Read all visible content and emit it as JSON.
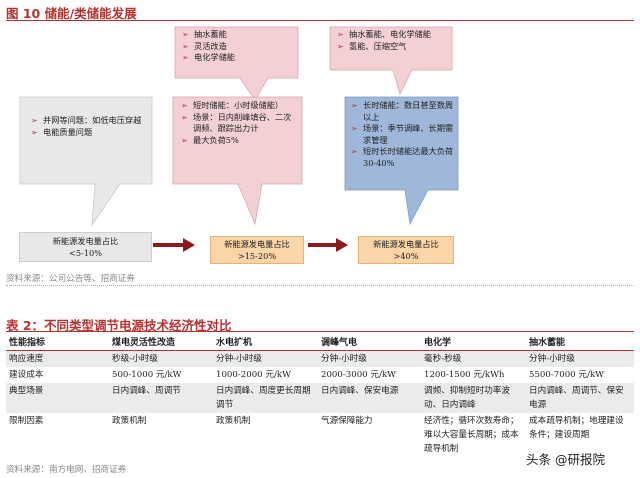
{
  "figure": {
    "caption": "图 10 储能/类储能发展",
    "stage1": {
      "callout": [
        "并网等问题：如低电压穿越",
        "电能质量问题"
      ],
      "share": "新能源发电量占比\n<5-10%"
    },
    "stage2": {
      "top_callout": [
        "抽水蓄能",
        "灵活改造",
        "电化学储能"
      ],
      "mid_callout": [
        "短时储能：小时级储能）",
        "场景：日内削峰填谷、二次调频、跟踪出力计",
        "最大负荷5%"
      ],
      "share": "新能源发电量占比\n>15-20%"
    },
    "stage3": {
      "top_callout": [
        "抽水蓄能、电化学储能",
        "氢能、压缩空气"
      ],
      "mid_callout": [
        "长时储能：数日甚至数周以上",
        "场景：季节调峰、长期需求管理",
        "短时长时储能达最大负荷30-40%"
      ],
      "share": "新能源发电量占比\n>40%"
    },
    "source": "资料来源：公司公告等、招商证券",
    "colors": {
      "accent": "#b5322e",
      "pink": "#f2d0d3",
      "blue": "#9fb7d8",
      "gray": "#e8e8e8",
      "orange": "#fbd4a8",
      "arrow": "#8b1a1a"
    }
  },
  "table": {
    "caption": "表 2：不同类型调节电源技术经济性对比",
    "headers": [
      "性能指标",
      "煤电灵活性改造",
      "水电扩机",
      "调峰气电",
      "电化学",
      "抽水蓄能"
    ],
    "rows": [
      [
        "响应速度",
        "秒级-小时级",
        "分钟-小时级",
        "分钟-小时级",
        "毫秒-秒级",
        "分钟-小时级"
      ],
      [
        "建设成本",
        "500-1000 元/kW",
        "1000-2000 元/kW",
        "2000-3000 元/kW",
        "1200-1500 元/kWh",
        "5500-7000 元/kW"
      ],
      [
        "典型场景",
        "日内调峰、周调节",
        "日内调峰、周度更长周期调节",
        "日内调峰、保安电源",
        "调频、抑制短时功率波动、日内调峰",
        "日内调峰、周调节、保安电源"
      ],
      [
        "限制因素",
        "政策机制",
        "政策机制",
        "气源保障能力",
        "经济性；循环次数寿命；难以大容量长周期；成本疏导机制",
        "成本疏导机制；地理建设条件；建设周期"
      ]
    ],
    "source": "资料来源：南方电网、招商证券",
    "watermark": "头条 @研报院"
  }
}
